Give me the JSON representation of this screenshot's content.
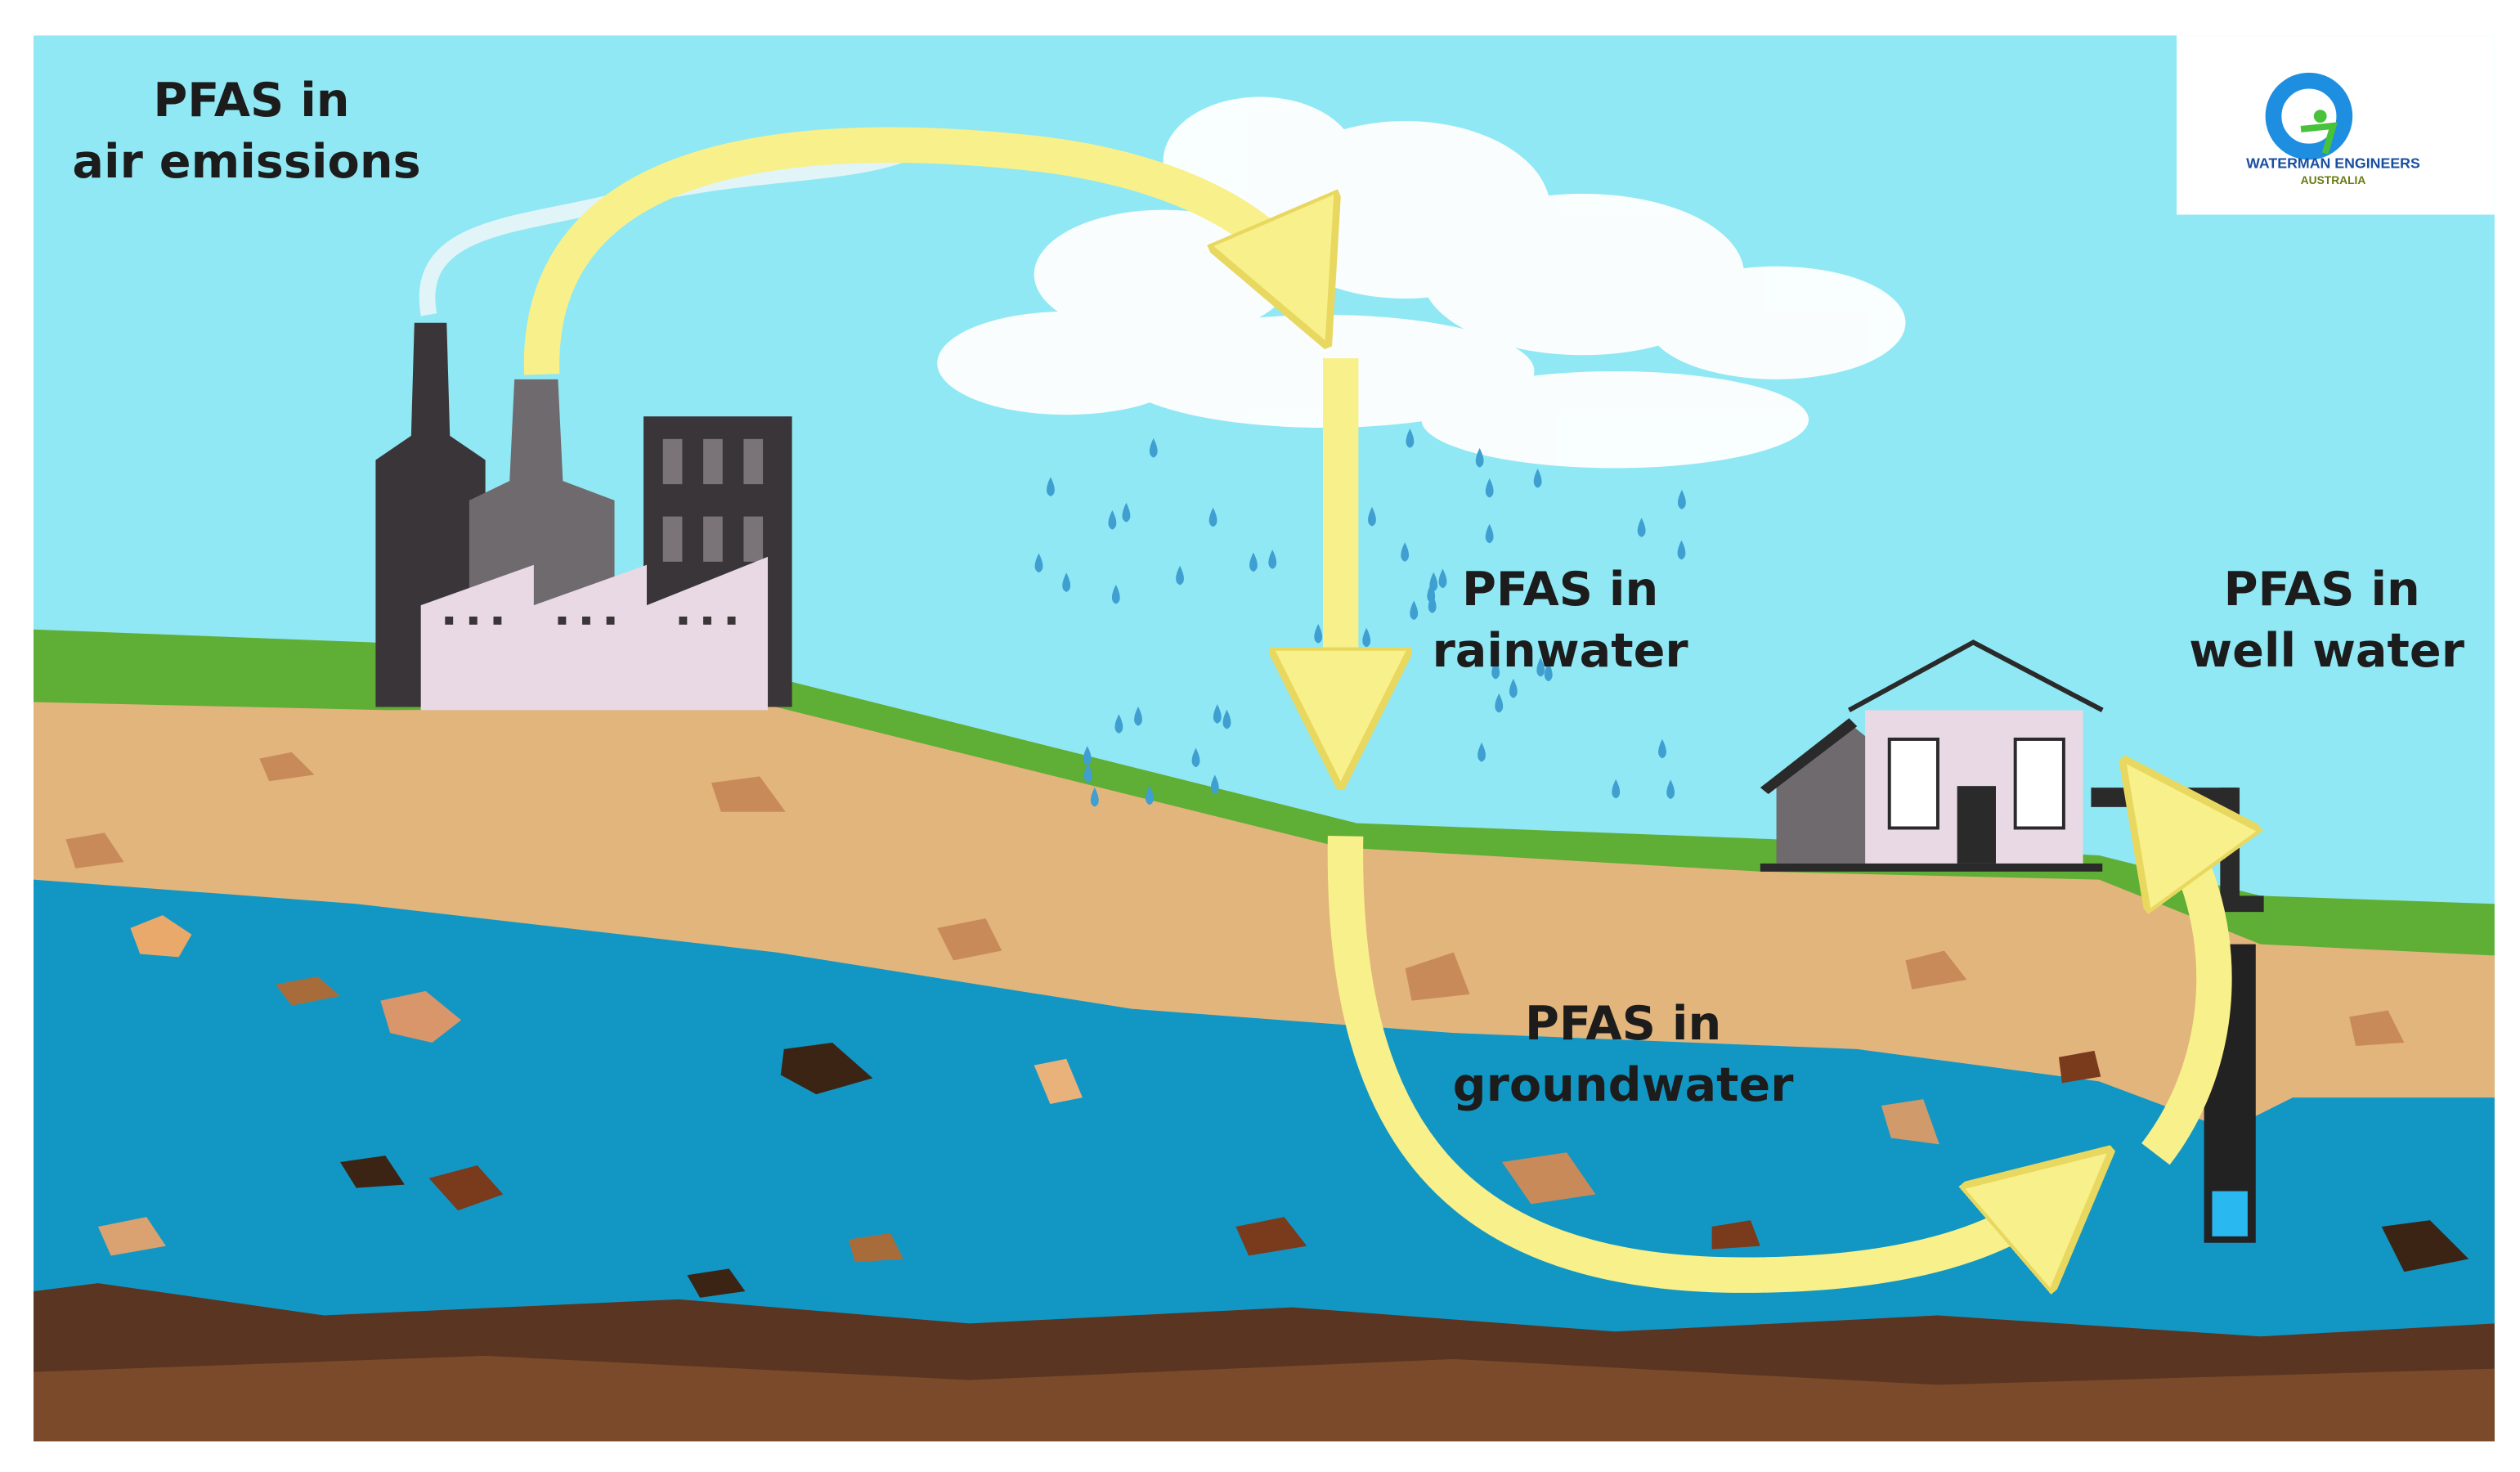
{
  "labels": {
    "air": [
      "PFAS in",
      "air emissions"
    ],
    "rain": [
      "PFAS in",
      "rainwater"
    ],
    "well": [
      "PFAS in",
      "well water"
    ],
    "ground": [
      "PFAS in",
      "groundwater"
    ]
  },
  "logo": {
    "line1": "WATERMAN ENGINEERS",
    "line2": "AUSTRALIA"
  },
  "colors": {
    "sky": "#8fe8f4",
    "grass": "#5fae35",
    "soil": "#e2b57d",
    "water": "#1297c4",
    "bedrock": "#5a3521",
    "arrow": "#f8f08a"
  }
}
